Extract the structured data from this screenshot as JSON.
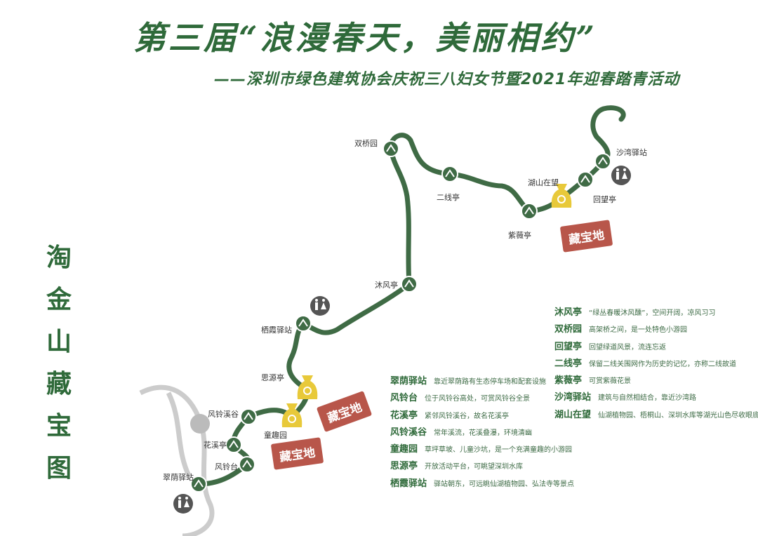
{
  "title": "第三届“浪漫春天，美丽相约”",
  "subtitle": "——深圳市绿色建筑协会庆祝三八妇女节暨2021年迎春踏青活动",
  "side_title": [
    "淘",
    "金",
    "山",
    "藏",
    "宝",
    "图"
  ],
  "stations": [
    "翠荫驿站",
    "风铃台",
    "花溪亭",
    "风铃溪谷",
    "童趣园",
    "思源亭",
    "栖霞驿站",
    "沐风亭",
    "双桥园",
    "二线亭",
    "紫薇亭",
    "湖山在望",
    "回望亭",
    "沙湾驿站"
  ],
  "treasure_label": "藏宝地",
  "legend_left": [
    {
      "name": "翠荫驿站",
      "desc": "靠近翠荫路有生态停车场和配套设施"
    },
    {
      "name": "风铃台",
      "desc": "位于风铃谷高处，可赏风铃谷全景"
    },
    {
      "name": "花溪亭",
      "desc": "紧邻风铃溪谷，故名花溪亭"
    },
    {
      "name": "风铃溪谷",
      "desc": "常年溪流，花溪叠瀑，环境清幽"
    },
    {
      "name": "童趣园",
      "desc": "草坪草坡、儿童沙坑，是一个充满童趣的小游园"
    },
    {
      "name": "思源亭",
      "desc": "开放活动平台，可眺望深圳水库"
    },
    {
      "name": "栖霞驿站",
      "desc": "驿站朝东，可远眺仙湖植物园、弘法寺等景点"
    }
  ],
  "legend_right": [
    {
      "name": "沐风亭",
      "desc": "“绿丛春暖沐风醺”，空间开阔，凉风习习"
    },
    {
      "name": "双桥园",
      "desc": "高架桥之间，是一处特色小游园"
    },
    {
      "name": "回望亭",
      "desc": "回望绿道风景，流连忘返"
    },
    {
      "name": "二线亭",
      "desc": "保留二线关围网作为历史的记忆，亦称二线故道"
    },
    {
      "name": "紫薇亭",
      "desc": "可赏紫薇花景"
    },
    {
      "name": "沙湾驿站",
      "desc": "建筑与自然相结合，靠近沙湾路"
    },
    {
      "name": "湖山在望",
      "desc": "仙湖植物园、梧桐山、深圳水库等湖光山色尽收眼底"
    }
  ],
  "colors": {
    "route": "#3f6b45",
    "treasure": "#e8c93a",
    "tag": "#b8564a",
    "grey": "#cccccc"
  }
}
